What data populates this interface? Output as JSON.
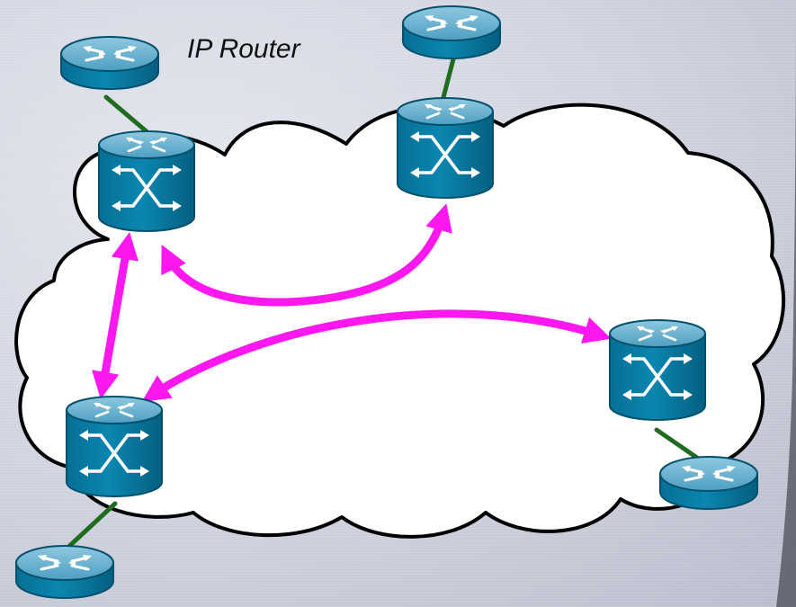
{
  "labels": {
    "ip_router": "IP Router"
  },
  "nodes": {
    "optical_switches": [
      {
        "name": "optical-switch-top-left"
      },
      {
        "name": "optical-switch-top-center"
      },
      {
        "name": "optical-switch-bottom-left"
      },
      {
        "name": "optical-switch-right"
      }
    ],
    "ip_routers": [
      {
        "name": "ip-router-top-left"
      },
      {
        "name": "ip-router-top-center"
      },
      {
        "name": "ip-router-bottom-left"
      },
      {
        "name": "ip-router-bottom-right"
      }
    ]
  },
  "colors": {
    "cloud_fill": "#ffffff",
    "cloud_outline": "#000000",
    "device_blue": "#0b7ea6",
    "device_top": "#6fb6d4",
    "lightpath": "#ff17f0",
    "access_link": "#1f6b1f"
  },
  "icons": {
    "router": "router-icon",
    "optical_switch": "cross-connect-switch-icon"
  }
}
